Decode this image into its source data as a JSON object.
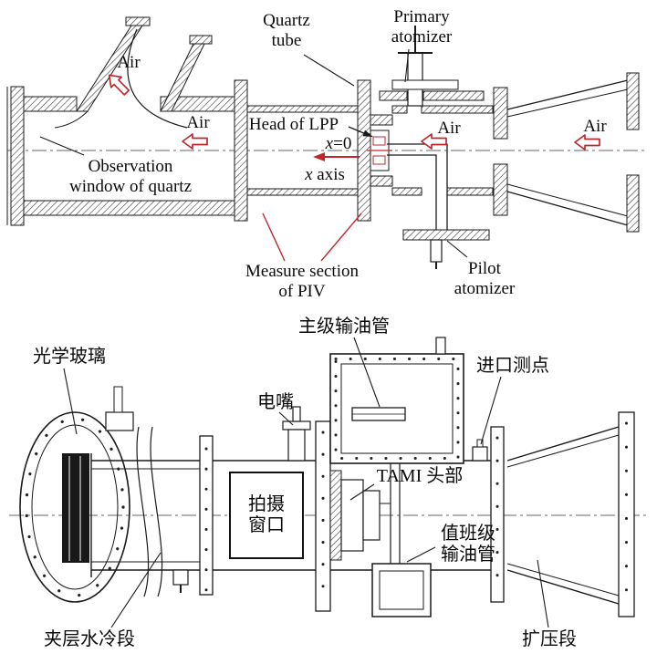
{
  "colors": {
    "red": "#c0272d",
    "ink": "#1a1a1a"
  },
  "upper": {
    "labels": {
      "quartz_tube": "Quartz\ntube",
      "primary_atomizer": "Primary\natomizer",
      "air": "Air",
      "head_of_lpp": "Head of LPP",
      "x_italic": "x",
      "x0_suffix": "=0",
      "xaxis_suffix": " axis",
      "observation_window": "Observation\nwindow of quartz",
      "measure_section": "Measure section\nof PIV",
      "pilot_atomizer": "Pilot\natomizer"
    }
  },
  "lower": {
    "labels": {
      "optical_glass": "光学玻璃",
      "main_fuel_line": "主级输油管",
      "igniter": "电嘴",
      "inlet_measure_point": "进口测点",
      "tami_head": "TAMI 头部",
      "shooting_window": "拍摄\n窗口",
      "pilot_fuel_line": "值班级\n输油管",
      "water_cooling_section": "夹层水冷段",
      "diffuser_section": "扩压段"
    }
  }
}
